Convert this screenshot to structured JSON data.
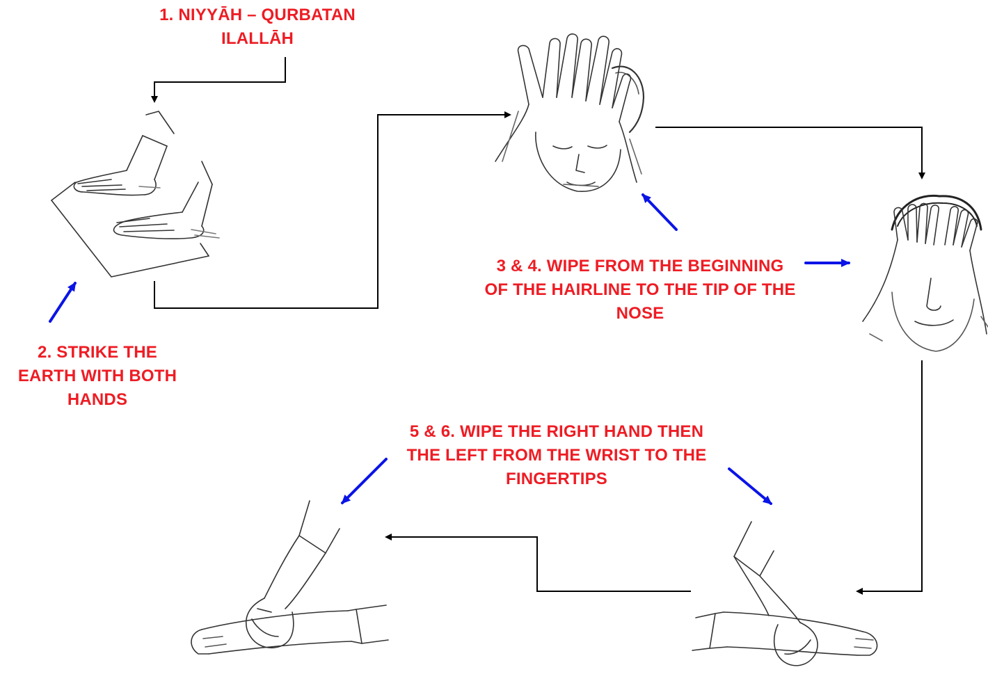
{
  "colors": {
    "label": "#ee1c24",
    "pointer_arrow": "#0a14e6",
    "flow_arrow": "#000000",
    "sketch": "#333333"
  },
  "labels": {
    "step1": [
      "1. NIYYĀH – QURBATAN",
      "ILALLĀH"
    ],
    "step2": [
      "2. STRIKE THE",
      "EARTH WITH BOTH",
      "HANDS"
    ],
    "step34": [
      "3 & 4. WIPE FROM THE BEGINNING",
      "OF THE HAIRLINE TO THE TIP OF THE",
      "NOSE"
    ],
    "step56": [
      "5 & 6. WIPE THE RIGHT HAND THEN",
      "THE LEFT FROM THE WRIST TO THE",
      "FINGERTIPS"
    ]
  },
  "illustrations": [
    "hands-striking-earth-illustration",
    "wiping-forehead-illustration",
    "wiping-face-illustration",
    "wiping-right-hand-illustration",
    "wiping-left-hand-illustration"
  ]
}
